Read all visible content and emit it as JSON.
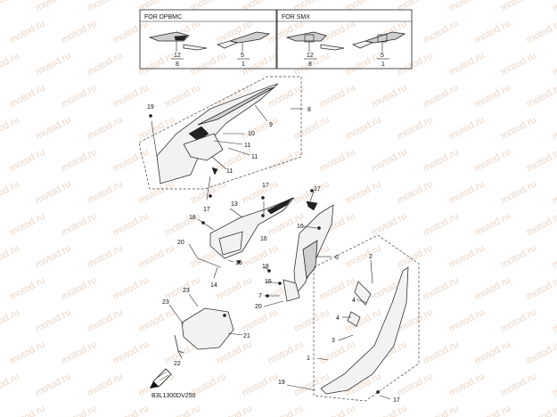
{
  "watermark": "motod.ru",
  "variants": {
    "left_header": "FOR DPBMC",
    "right_header": "FOR SMX",
    "left_callouts": [
      "12",
      "8",
      "5",
      "1"
    ],
    "right_callouts": [
      "12",
      "8",
      "5",
      "1"
    ]
  },
  "callouts": {
    "c19a": "19",
    "c9": "9",
    "c8": "8",
    "c10": "10",
    "c11a": "11",
    "c11b": "11",
    "c11c": "11",
    "c17a": "17",
    "c13": "13",
    "c17b": "17",
    "c17c": "17",
    "c18a": "18",
    "c16a": "16",
    "c16b": "16",
    "c20a": "20",
    "c15a": "15",
    "c14": "14",
    "c6": "6",
    "c18b": "18",
    "c15b": "15",
    "c7": "7",
    "c20b": "20",
    "c23a": "23",
    "c23b": "23",
    "c2": "2",
    "c4a": "4",
    "c4b": "4",
    "c21": "21",
    "c3": "3",
    "c1": "1",
    "c22": "22",
    "c19b": "19",
    "c17d": "17"
  },
  "diagram_code": "B3L1300DV250"
}
